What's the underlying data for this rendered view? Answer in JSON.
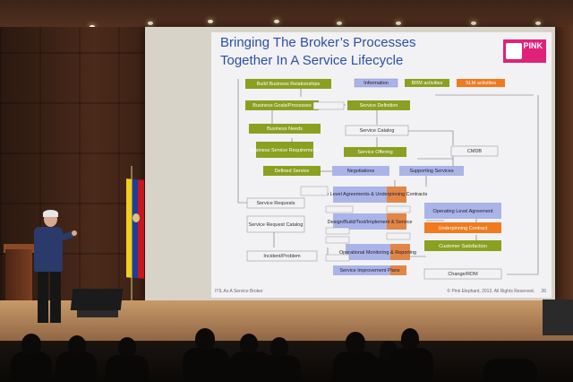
{
  "slide": {
    "title_line1": "Bringing The Broker’s Processes",
    "title_line2": "Together In A Service Lifecycle",
    "logo_text": "PINK",
    "footer_left": "ITIL As A Service Broker",
    "footer_right": "© Pink Elephant, 2013. All Rights Reserved.",
    "page_number": "26",
    "legend": [
      "Information",
      "BRM activities",
      "SLM activities"
    ],
    "boxes": [
      "Build Business Relationships",
      "Business Goals/Processes",
      "Service Definition",
      "Business Needs",
      "Service Catalog",
      "Business Service Requirements",
      "Service Offering",
      "CMDB",
      "Defined Service",
      "Negotiations",
      "Supporting Services",
      "Service Requests",
      "Service Level Agreements & Underpinning Contracts",
      "Operating Level Agreement",
      "Service Request Catalog",
      "Design/Build/Test/Implement & Service",
      "Underpinning Contract",
      "Customer Satisfaction",
      "Incident/Problem",
      "Operational Monitoring & Reporting",
      "Service Improvement Plans",
      "Change/RDM"
    ]
  },
  "colors": {
    "title_blue": "#2b4ea8",
    "olive_box": "#8aa020",
    "orange_box": "#f07a1e",
    "lavender_box": "#aab4e8",
    "logo_pink": "#e0217a"
  }
}
